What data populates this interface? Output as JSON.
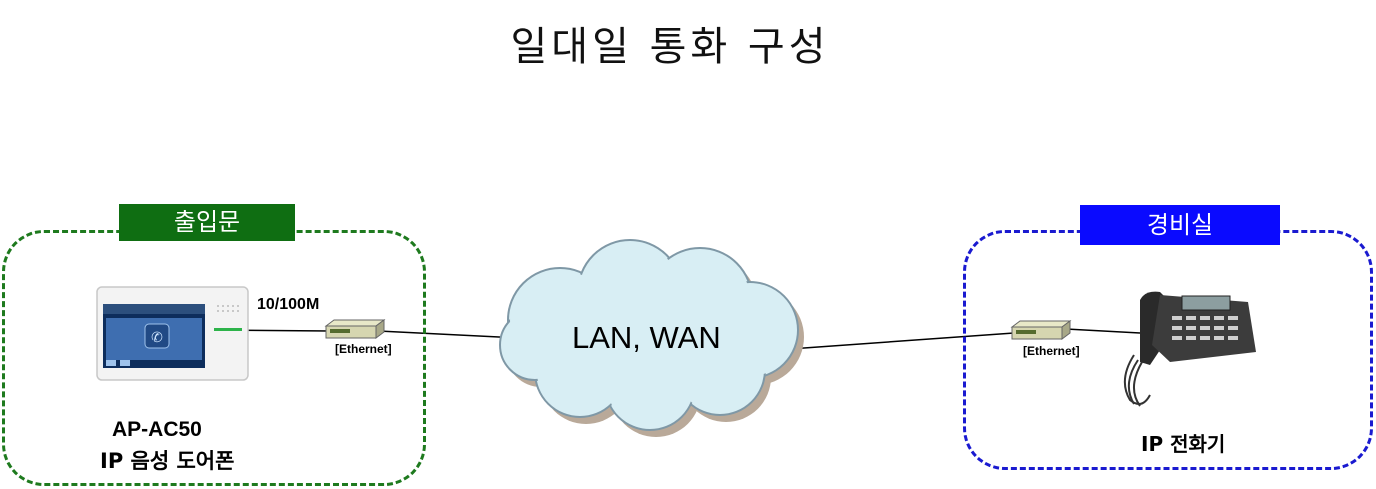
{
  "title": "일대일 통화 구성",
  "colors": {
    "left_zone": "#1e7a1e",
    "right_zone": "#1a1ad0",
    "left_label_bg": "#0f6e12",
    "right_label_bg": "#0a0aff",
    "cloud_fill": "#d8eef4"
  },
  "left_zone": {
    "label": "출입문",
    "speed": "10/100M",
    "ethernet_label": "[Ethernet]",
    "device_model": "AP-AC50",
    "device_name": "IP 음성 도어폰"
  },
  "network": {
    "label": "LAN, WAN"
  },
  "right_zone": {
    "label": "경비실",
    "ethernet_label": "[Ethernet]",
    "device_name": "IP 전화기"
  }
}
